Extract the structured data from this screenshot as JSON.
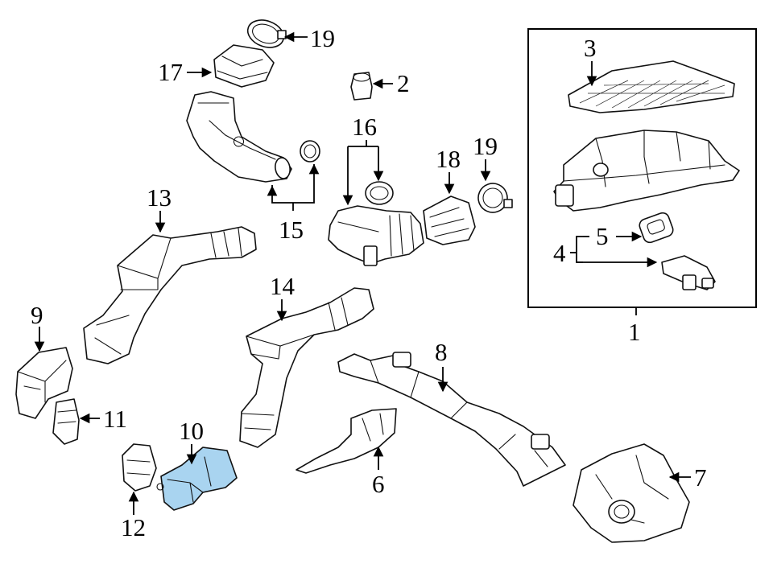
{
  "colors": {
    "highlight": "#a9d4f0",
    "line": "#111111",
    "background": "#ffffff"
  },
  "callouts": {
    "c1": "1",
    "c2": "2",
    "c3": "3",
    "c4": "4",
    "c5": "5",
    "c6": "6",
    "c7": "7",
    "c8": "8",
    "c9": "9",
    "c10": "10",
    "c11": "11",
    "c12": "12",
    "c13": "13",
    "c14": "14",
    "c15": "15",
    "c16": "16",
    "c17": "17",
    "c18": "18",
    "c19a": "19",
    "c19b": "19"
  },
  "highlighted_part": "10"
}
